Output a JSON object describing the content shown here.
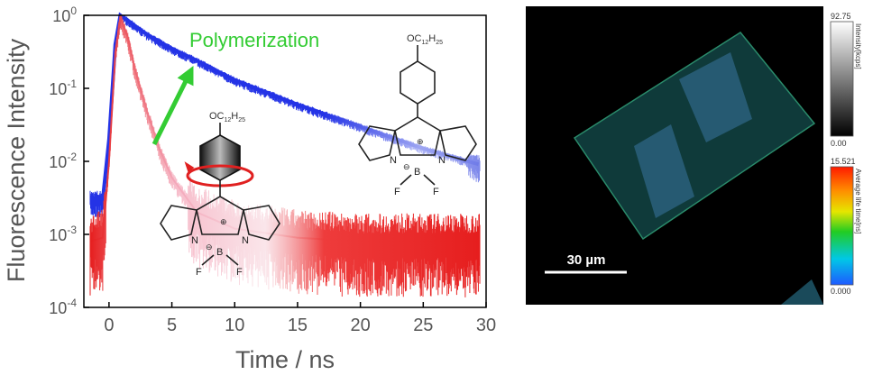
{
  "chart_data": {
    "type": "line",
    "xlabel": "Time / ns",
    "ylabel": "Fluorescence Intensity",
    "xlim": [
      -2,
      30
    ],
    "ylim": [
      0.0001,
      1
    ],
    "y_scale": "log",
    "x_ticks": [
      0,
      5,
      10,
      15,
      20,
      25,
      30
    ],
    "x_tick_labels": [
      "0",
      "5",
      "10",
      "15",
      "20",
      "25",
      "30"
    ],
    "y_ticks": [
      0.0001,
      0.001,
      0.01,
      0.1,
      1
    ],
    "y_tick_labels": [
      {
        "base": "10",
        "exp": "-4"
      },
      {
        "base": "10",
        "exp": "-3"
      },
      {
        "base": "10",
        "exp": "-2"
      },
      {
        "base": "10",
        "exp": "-1"
      },
      {
        "base": "10",
        "exp": "0"
      }
    ],
    "series": [
      {
        "color": "#2433e6",
        "x": [
          -1.5,
          -0.5,
          0,
          0.5,
          0.9,
          1.5,
          3,
          5,
          7,
          10,
          15,
          20,
          25,
          29.5
        ],
        "y": [
          0.003,
          0.003,
          0.02,
          0.4,
          1.0,
          0.85,
          0.55,
          0.35,
          0.24,
          0.13,
          0.06,
          0.03,
          0.015,
          0.009
        ]
      },
      {
        "color": "#e61e1e",
        "x": [
          -1.5,
          -0.5,
          0,
          0.5,
          0.9,
          1.5,
          2,
          3,
          4,
          5,
          7,
          10,
          15,
          20,
          29.5
        ],
        "y": [
          0.0008,
          0.0009,
          0.01,
          0.3,
          0.95,
          0.5,
          0.2,
          0.05,
          0.015,
          0.006,
          0.002,
          0.0012,
          0.0009,
          0.0008,
          0.0008
        ]
      }
    ],
    "annotation": "Polymerization",
    "annotation_color": "#33cc33"
  },
  "molecules": {
    "substituent": "OC12H25",
    "substituent_main": "OC",
    "substituent_sub1": "12",
    "substituent_mid": "H",
    "substituent_sub2": "25",
    "atom_n": "N",
    "atom_b": "B",
    "atom_f": "F",
    "charge_minus": "⊖",
    "charge_plus": "⊕"
  },
  "micrograph": {
    "scalebar_label": "30 µm",
    "intensity_colorbar": {
      "title": "Intensity[kcps]",
      "max": "92.75",
      "min": "0.00"
    },
    "lifetime_colorbar": {
      "title": "Average life time[ns]",
      "max": "15.521",
      "min": "0.000"
    }
  }
}
